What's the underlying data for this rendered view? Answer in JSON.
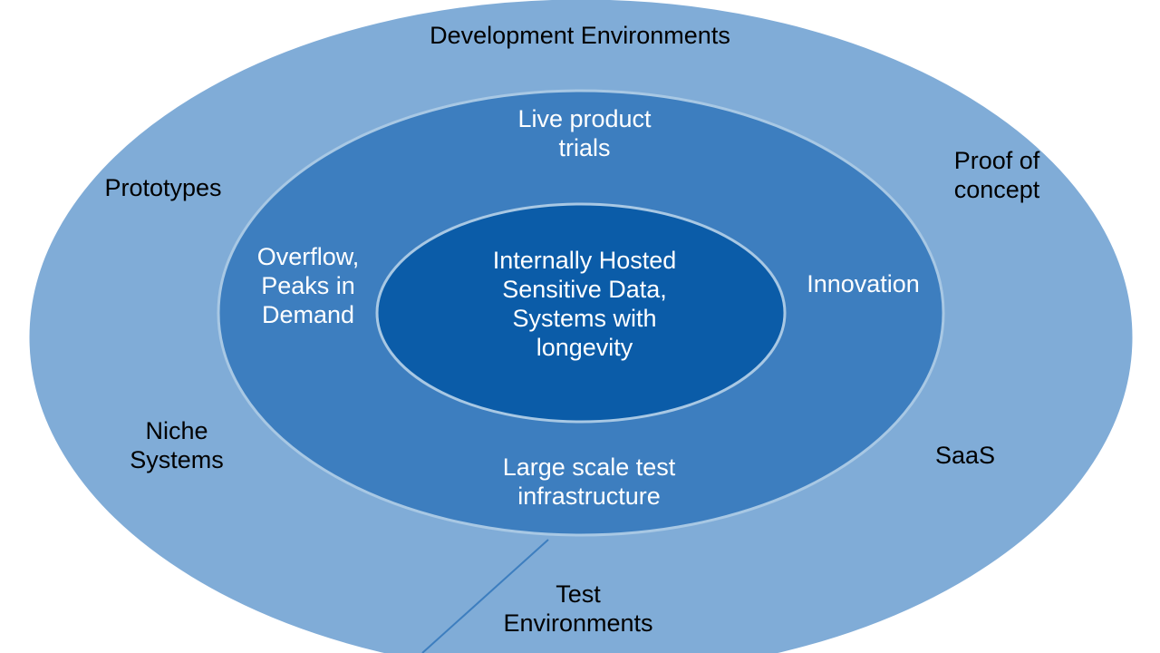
{
  "diagram": {
    "type": "concentric-ellipses",
    "title": "Development Environments",
    "colors": {
      "outer_fill": "#80ACD7",
      "middle_fill": "#3D7EBF",
      "inner_fill": "#0B5CA8",
      "ring_stroke": "#A8C8E4",
      "leader_line": "#3D7EBF",
      "text_dark": "#000000",
      "text_light": "#FFFFFF",
      "background": "#FFFFFF"
    },
    "layers": [
      {
        "name": "outer",
        "label": "Development Environments",
        "fill": "#80ACD7",
        "text_color": "#000000"
      },
      {
        "name": "middle",
        "fill": "#3D7EBF",
        "text_color": "#FFFFFF"
      },
      {
        "name": "inner",
        "fill": "#0B5CA8",
        "text_color": "#FFFFFF"
      }
    ]
  },
  "outer_labels": {
    "title": "Development Environments",
    "prototypes": "Prototypes",
    "niche_systems": "Niche\nSystems",
    "proof_of_concept": "Proof of\nconcept",
    "saas": "SaaS",
    "test_environments": "Test\nEnvironments"
  },
  "middle_labels": {
    "live_product_trials": "Live product\ntrials",
    "overflow_peaks": "Overflow,\nPeaks in\nDemand",
    "innovation": "Innovation",
    "large_scale_test": "Large scale test\ninfrastructure"
  },
  "inner_label": {
    "core_text": "Internally Hosted\nSensitive Data,\nSystems with\nlongevity"
  },
  "annotations": {
    "leader_line": {
      "from_label": "Test Environments",
      "points_to": "middle-ring-bottom-edge"
    }
  }
}
